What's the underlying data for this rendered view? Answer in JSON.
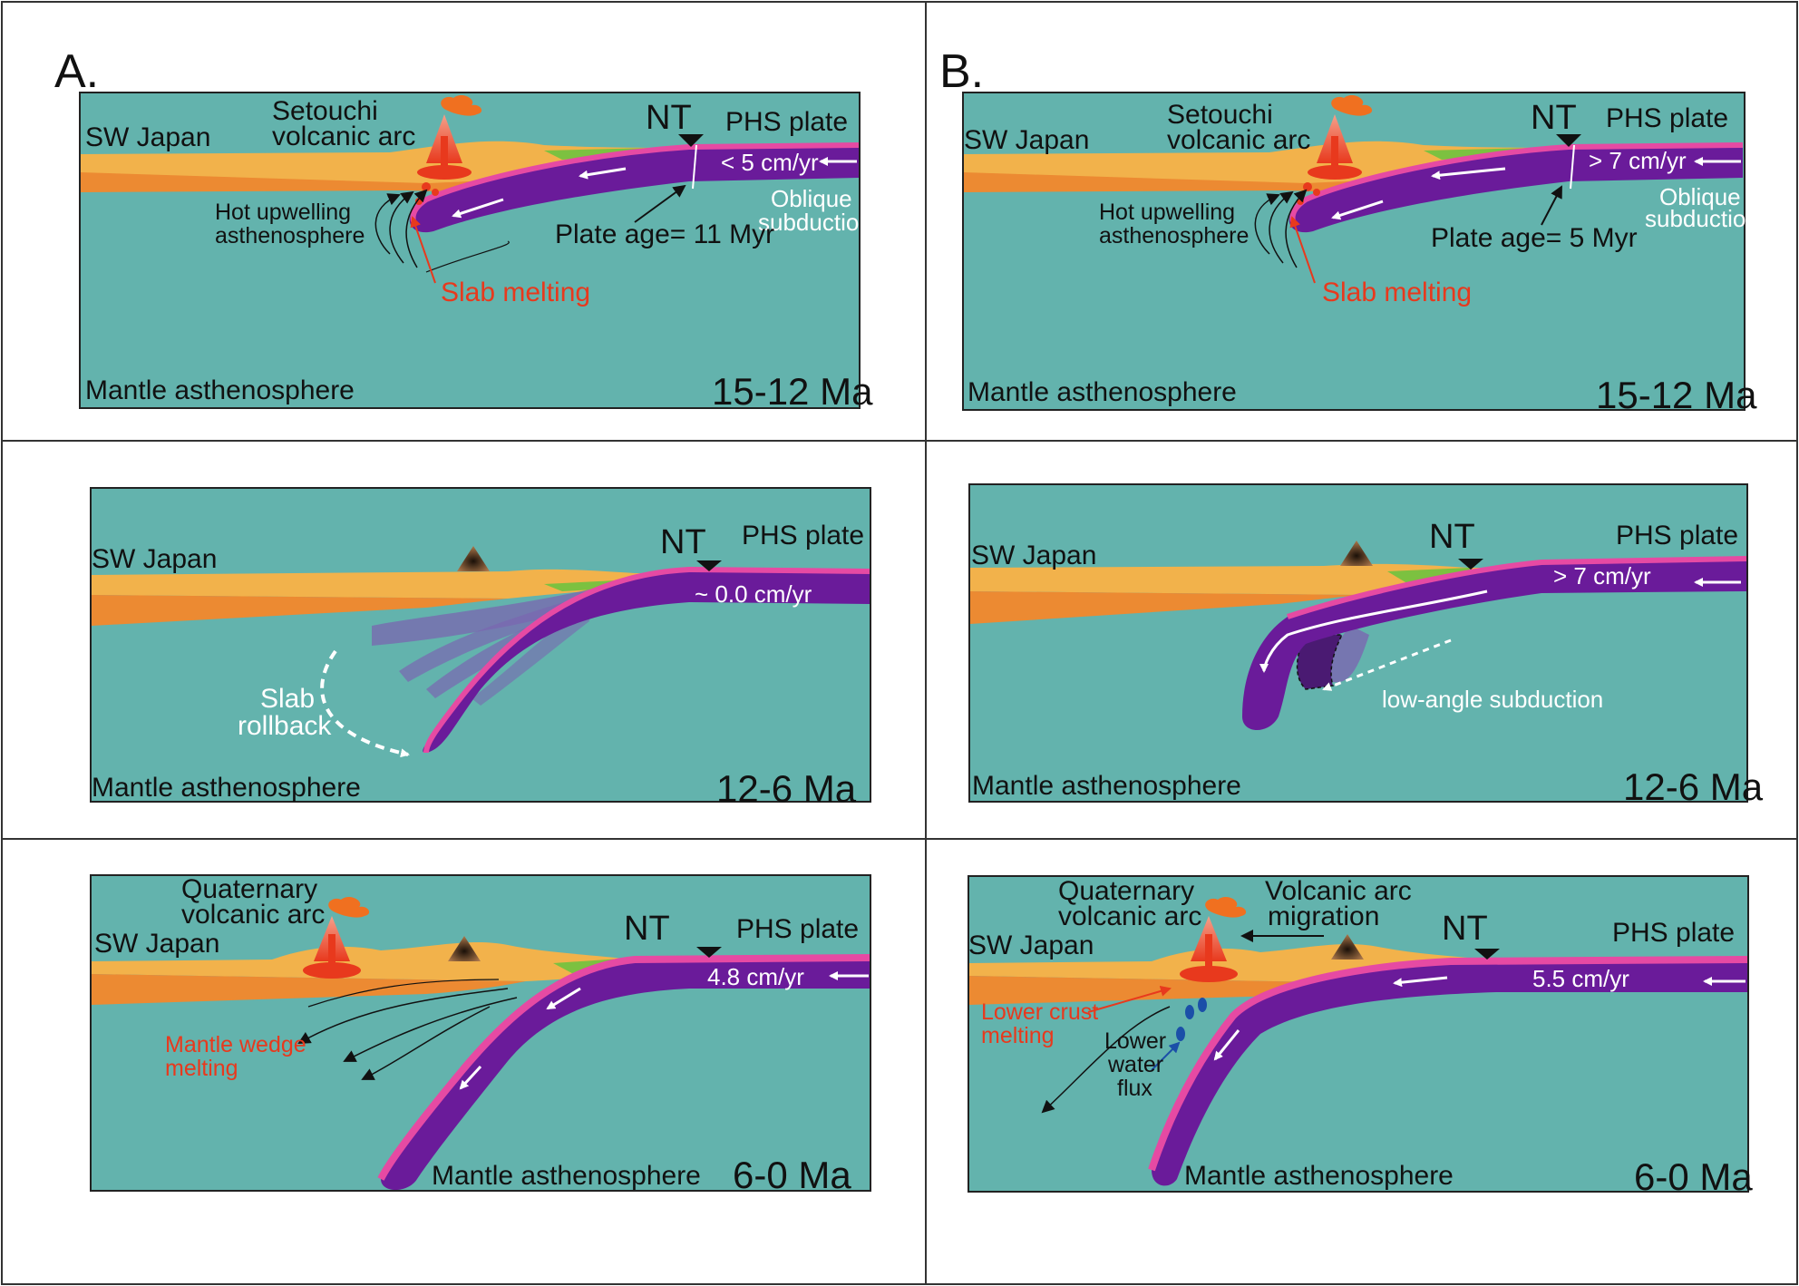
{
  "panel_letters": [
    "A.",
    "B."
  ],
  "colors": {
    "mantle": "#63b3ad",
    "upper_crust": "#f2b24b",
    "lower_crust": "#ec8a32",
    "slab": "#6a1b9a",
    "slab_top": "#e64aa3",
    "accretion": "#7cc140",
    "melt": "#e8391d",
    "rollback_ghost": "#7a66b0"
  },
  "panels": {
    "a1": {
      "region": "SW Japan",
      "arc": [
        "Setouchi",
        "volcanic arc"
      ],
      "trench": "NT",
      "plate": "PHS plate",
      "rate": "< 5 cm/yr",
      "oblique": [
        "Oblique",
        "subduction"
      ],
      "upwelling": [
        "Hot upwelling",
        "asthenosphere"
      ],
      "plate_age": "Plate age= 11 Myr",
      "slab_melting": "Slab melting",
      "mantle": "Mantle asthenosphere",
      "age": "15-12 Ma"
    },
    "b1": {
      "region": "SW Japan",
      "arc": [
        "Setouchi",
        "volcanic arc"
      ],
      "trench": "NT",
      "plate": "PHS plate",
      "rate": "> 7 cm/yr",
      "oblique": [
        "Oblique",
        "subduction"
      ],
      "upwelling": [
        "Hot upwelling",
        "asthenosphere"
      ],
      "plate_age": "Plate age= 5 Myr",
      "slab_melting": "Slab melting",
      "mantle": "Mantle asthenosphere",
      "age": "15-12 Ma"
    },
    "a2": {
      "region": "SW Japan",
      "trench": "NT",
      "plate": "PHS plate",
      "rate": "~ 0.0 cm/yr",
      "rollback": [
        "Slab",
        "rollback"
      ],
      "mantle": "Mantle asthenosphere",
      "age": "12-6 Ma"
    },
    "b2": {
      "region": "SW Japan",
      "trench": "NT",
      "plate": "PHS plate",
      "rate": "> 7 cm/yr",
      "low_angle": "low-angle subduction",
      "mantle": "Mantle asthenosphere",
      "age": "12-6 Ma"
    },
    "a3": {
      "region": "SW Japan",
      "arc": [
        "Quaternary",
        "volcanic arc"
      ],
      "trench": "NT",
      "plate": "PHS plate",
      "rate": "4.8 cm/yr",
      "wedge": [
        "Mantle wedge",
        "melting"
      ],
      "mantle": "Mantle asthenosphere",
      "age": "6-0 Ma"
    },
    "b3": {
      "region": "SW Japan",
      "arc": [
        "Quaternary",
        "volcanic arc"
      ],
      "migration": [
        "Volcanic arc",
        "migration"
      ],
      "trench": "NT",
      "plate": "PHS plate",
      "rate": "5.5 cm/yr",
      "lower_crust": [
        "Lower crust",
        "melting"
      ],
      "water": [
        "Lower",
        "water",
        "flux"
      ],
      "mantle": "Mantle asthenosphere",
      "age": "6-0 Ma"
    }
  }
}
